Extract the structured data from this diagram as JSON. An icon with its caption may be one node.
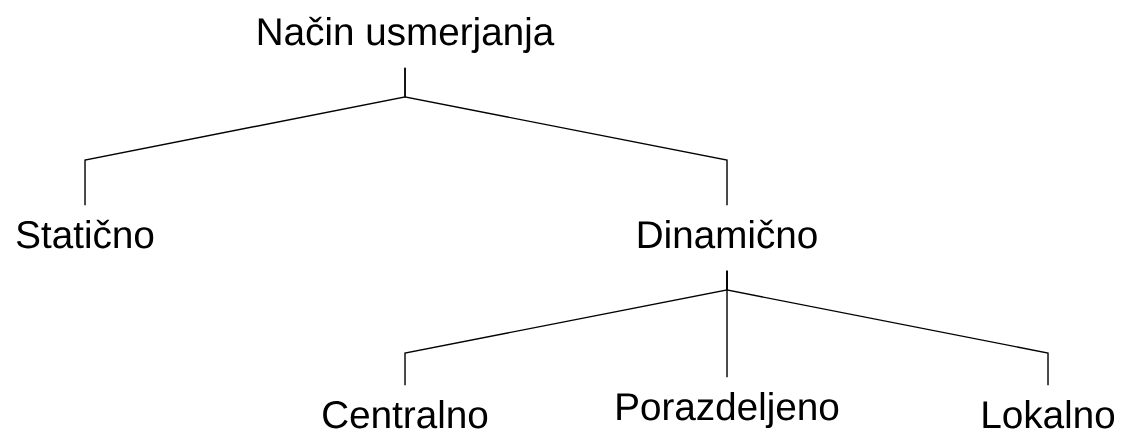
{
  "diagram": {
    "nodes": [
      {
        "text": [
          "Način usmerjanja"
        ]
      },
      {
        "text": [
          "Statično"
        ]
      },
      {
        "text": [
          "Dinamično"
        ]
      },
      {
        "text": [
          "Centralno"
        ]
      },
      {
        "text": [
          "Porazdeljeno"
        ]
      },
      {
        "text": [
          "Lokalno"
        ]
      }
    ],
    "edges": [
      {
        "from": 0,
        "to": 1,
        "arrow": "none"
      },
      {
        "from": 0,
        "to": 2,
        "arrow": "none"
      },
      {
        "from": 2,
        "to": 3,
        "arrow": "none"
      },
      {
        "from": 2,
        "to": 4,
        "arrow": "none"
      },
      {
        "from": 2,
        "to": 5,
        "arrow": "none"
      }
    ]
  }
}
